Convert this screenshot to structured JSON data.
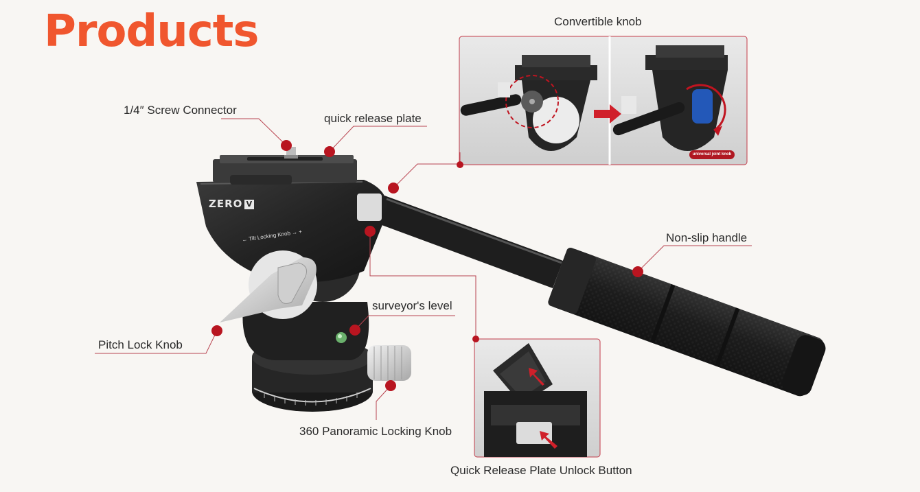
{
  "title": "Products",
  "labels": {
    "screw_connector": "1/4″  Screw Connector",
    "quick_release_plate": "quick release plate",
    "convertible_knob": "Convertible knob",
    "non_slip_handle": "Non-slip handle",
    "surveyors_level": "surveyor's level",
    "pitch_lock_knob": "Pitch Lock Knob",
    "panoramic_locking_knob": "360 Panoramic Locking Knob",
    "unlock_button": "Quick Release Plate Unlock Button"
  },
  "product_marks": {
    "brand": "ZERO",
    "brand_badge": "V",
    "tilt_knob_text": "← Tilt Locking Knob → +",
    "universal_joint_tag": "universal joint knob"
  },
  "colors": {
    "title": "#f0562e",
    "callout_dot": "#b81520",
    "callout_line": "#b94450",
    "background": "#f8f6f3",
    "body_dark": "#2b2b2b"
  }
}
